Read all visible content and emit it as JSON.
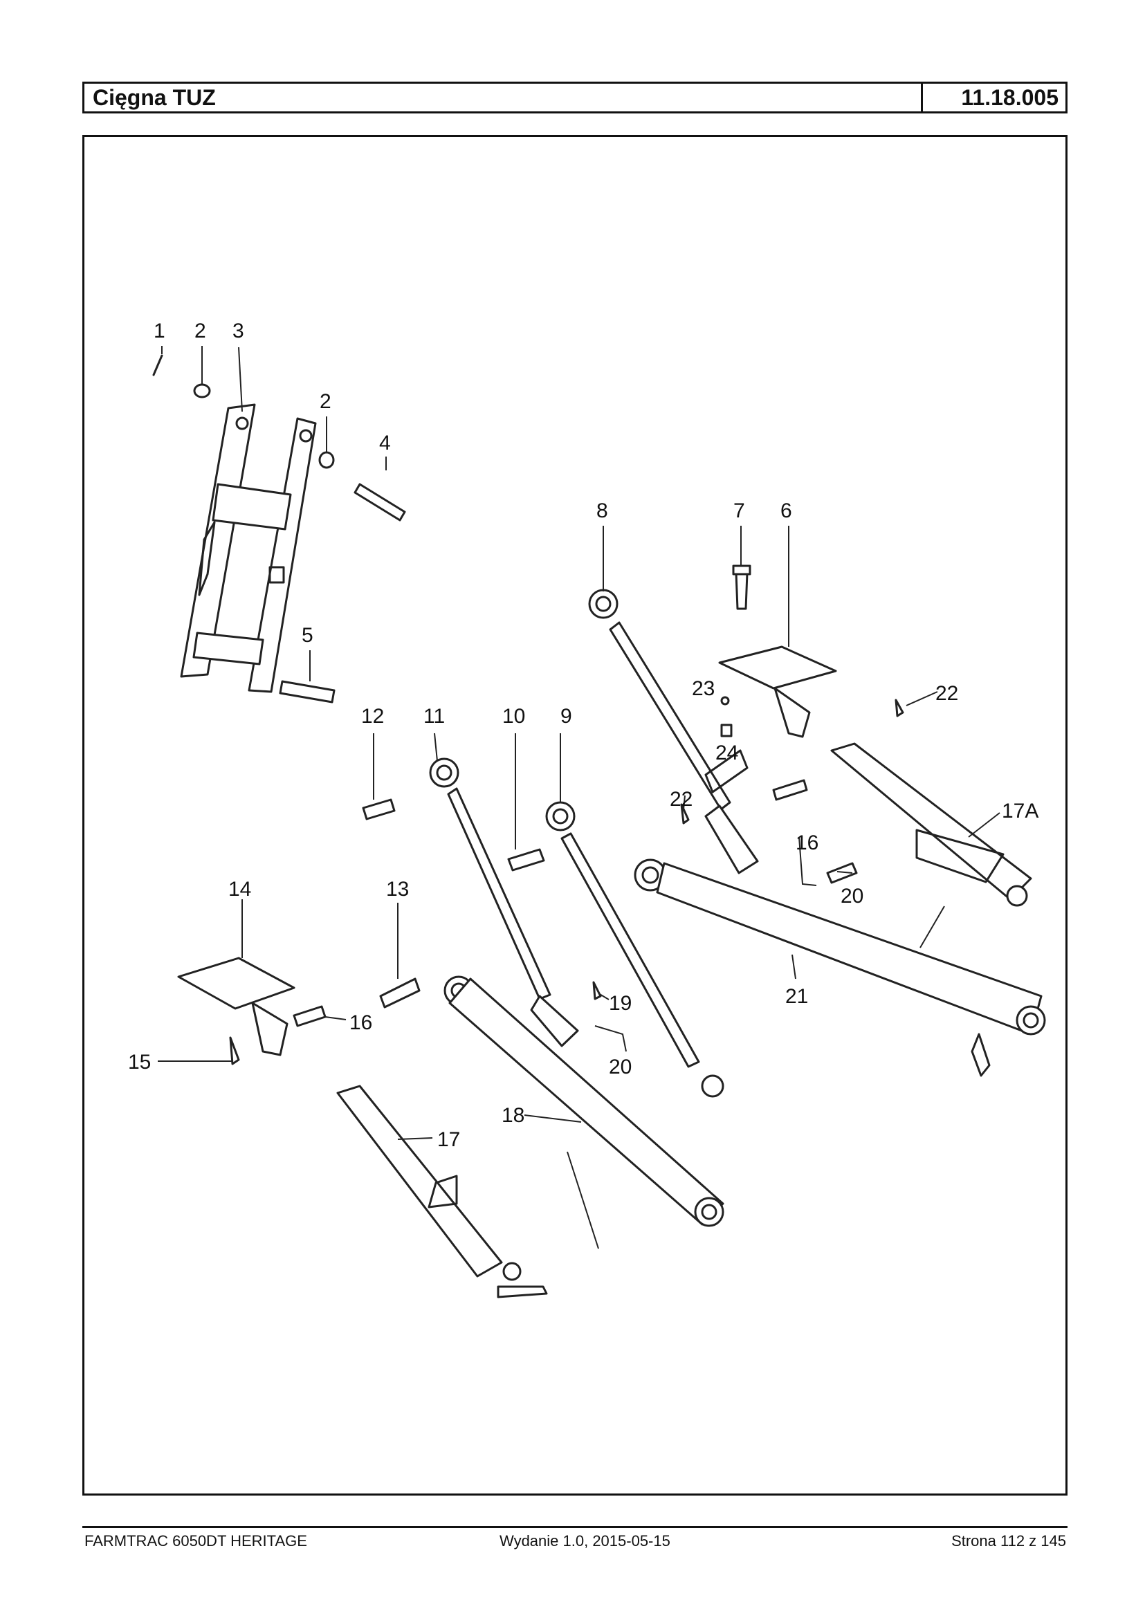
{
  "header": {
    "title": "Cięgna TUZ",
    "code": "11.18.005"
  },
  "diagram": {
    "part_labels": [
      "1",
      "2",
      "3",
      "2",
      "4",
      "5",
      "8",
      "7",
      "6",
      "23",
      "22",
      "24",
      "12",
      "11",
      "10",
      "9",
      "22",
      "16",
      "17A",
      "20",
      "14",
      "13",
      "21",
      "19",
      "16",
      "15",
      "20",
      "18",
      "17"
    ]
  },
  "footer": {
    "model": "FARMTRAC 6050DT HERITAGE",
    "edition": "Wydanie 1.0,  2015-05-15",
    "page": "Strona 112 z 145"
  }
}
